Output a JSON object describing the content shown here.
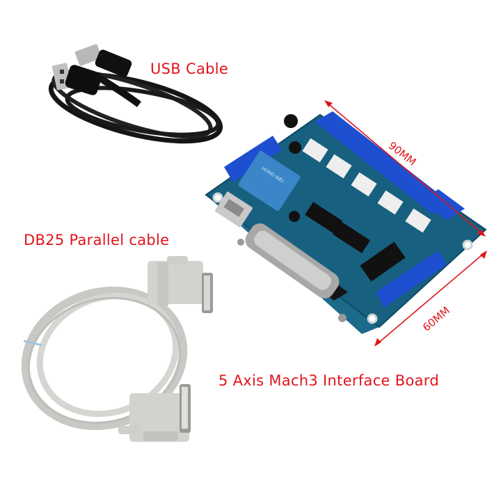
{
  "labels": {
    "usb_cable": "USB Cable",
    "db25_cable": "DB25 Parallel cable",
    "interface_board": "5 Axis Mach3 Interface Board"
  },
  "dimensions": {
    "length": "90MM",
    "width": "60MM"
  },
  "board": {
    "relay_brand": "HONG WEI"
  },
  "colors": {
    "label_red": "#e0141b",
    "pcb_blue": "#1c6a8a",
    "terminal_blue": "#1e4fd0",
    "cable_grey": "#c9c8c4",
    "usb_black": "#151515"
  }
}
